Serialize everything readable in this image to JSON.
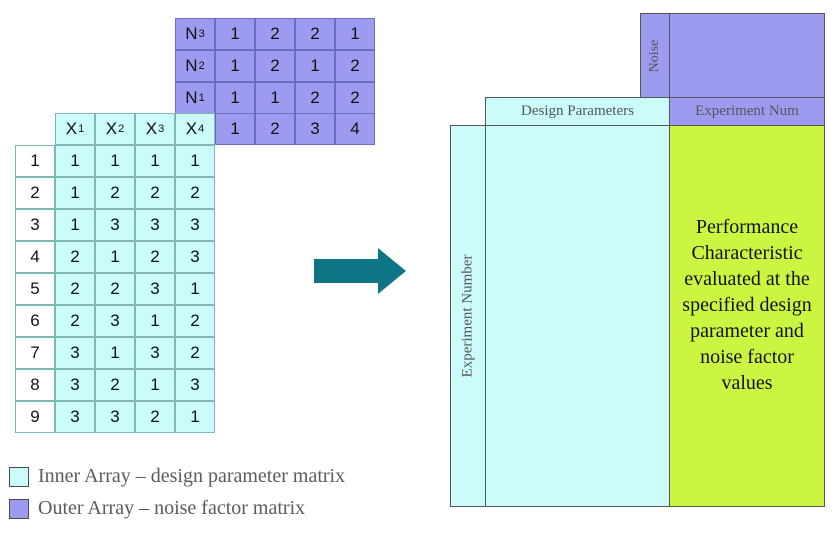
{
  "outer_array": {
    "rows": [
      {
        "label": "N",
        "sub": "3",
        "values": [
          "1",
          "2",
          "2",
          "1"
        ]
      },
      {
        "label": "N",
        "sub": "2",
        "values": [
          "1",
          "2",
          "1",
          "2"
        ]
      },
      {
        "label": "N",
        "sub": "1",
        "values": [
          "1",
          "1",
          "2",
          "2"
        ]
      }
    ],
    "column_numbers": [
      "1",
      "2",
      "3",
      "4"
    ]
  },
  "inner_array": {
    "headers": [
      {
        "label": "X",
        "sub": "1"
      },
      {
        "label": "X",
        "sub": "2"
      },
      {
        "label": "X",
        "sub": "3"
      },
      {
        "label": "X",
        "sub": "4"
      }
    ],
    "rows": [
      {
        "num": "1",
        "values": [
          "1",
          "1",
          "1",
          "1"
        ]
      },
      {
        "num": "2",
        "values": [
          "1",
          "2",
          "2",
          "2"
        ]
      },
      {
        "num": "3",
        "values": [
          "1",
          "3",
          "3",
          "3"
        ]
      },
      {
        "num": "4",
        "values": [
          "2",
          "1",
          "2",
          "3"
        ]
      },
      {
        "num": "5",
        "values": [
          "2",
          "2",
          "3",
          "1"
        ]
      },
      {
        "num": "6",
        "values": [
          "2",
          "3",
          "1",
          "2"
        ]
      },
      {
        "num": "7",
        "values": [
          "3",
          "1",
          "3",
          "2"
        ]
      },
      {
        "num": "8",
        "values": [
          "3",
          "2",
          "1",
          "3"
        ]
      },
      {
        "num": "9",
        "values": [
          "3",
          "3",
          "2",
          "1"
        ]
      }
    ]
  },
  "legend": {
    "inner": "Inner Array – design parameter matrix",
    "outer": "Outer Array – noise factor matrix"
  },
  "diagram": {
    "noise_label": "Noise",
    "design_parameters_label": "Design Parameters",
    "experiment_num_label": "Experiment Num",
    "experiment_number_label": "Experiment Number",
    "performance_text": "Performance Characteristic evaluated at the specified design parameter and noise factor values"
  },
  "colors": {
    "outer": "#9d9bf0",
    "inner": "#ccfbfb",
    "performance": "#ccf542",
    "arrow": "#0e7585"
  }
}
